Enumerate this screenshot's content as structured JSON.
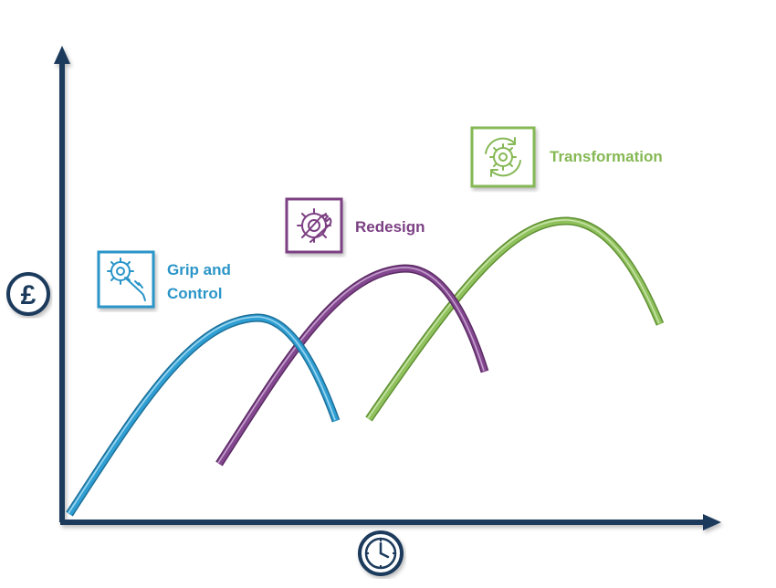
{
  "axes": {
    "y_icon": "pound-sign-icon",
    "y_symbol": "£",
    "x_icon": "clock-icon"
  },
  "stages": [
    {
      "id": "grip",
      "label_lines": [
        "Grip and",
        "Control"
      ],
      "icon": "gear-hand-icon",
      "color": "#2b95c8"
    },
    {
      "id": "redesign",
      "label_lines": [
        "Redesign"
      ],
      "icon": "gear-wrench-icon",
      "color": "#7b3f83"
    },
    {
      "id": "transformation",
      "label_lines": [
        "Transformation"
      ],
      "icon": "gear-cycle-icon",
      "color": "#86b854"
    }
  ],
  "colors": {
    "axis": "#1b3a5c",
    "blue": "#2b95c8",
    "purple": "#7b3f83",
    "green": "#86b854"
  }
}
